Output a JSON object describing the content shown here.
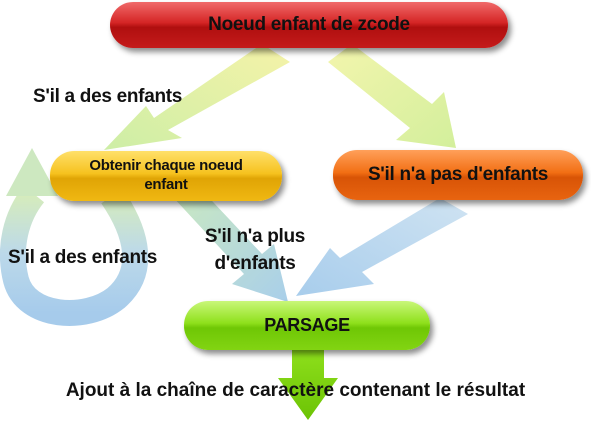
{
  "nodes": {
    "root": "Noeud enfant de zcode",
    "get_children": "Obtenir chaque noeud enfant",
    "no_children": "S'il n'a pas d'enfants",
    "parsing": "PARSAGE"
  },
  "labels": {
    "has_children_top": "S'il a des enfants",
    "has_children_left": "S'il a des enfants",
    "no_more_children": "S'il n'a plus d'enfants"
  },
  "result": "Ajout à la chaîne de caractère contenant le résultat",
  "colors": {
    "root": "#d52525",
    "get_children": "#f6c21f",
    "no_children": "#f26f14",
    "parsing": "#8fe01c",
    "arrow_yellow": "#f2f5b0",
    "arrow_green_yellow": "#d5f0a0",
    "arrow_blue": "#b3d3ef",
    "arrow_output": "#7ed31a"
  }
}
